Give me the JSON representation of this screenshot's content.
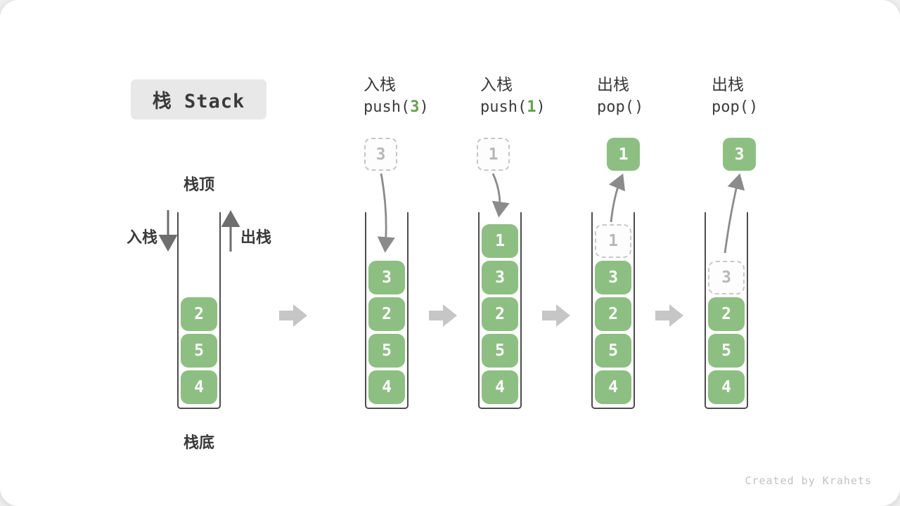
{
  "title": {
    "label": "栈 Stack"
  },
  "credit": "Created by Krahets",
  "stack_labels": {
    "top": "栈顶",
    "bottom": "栈底",
    "push_side": "入栈",
    "pop_side": "出栈"
  },
  "colors": {
    "block_green": "#8dbf82",
    "code_arg_green": "#63a24e",
    "title_bg": "#e8e8e8",
    "text_dark": "#3a3a3a",
    "ghost_border": "#c8c8c8",
    "ghost_text": "#b8b8b8",
    "thin_arrow": "#8b8b8b",
    "big_arrow": "#c6c6c6",
    "credit_text": "#c2c2c2"
  },
  "columns": [
    {
      "blocks": [
        {
          "value": "2"
        },
        {
          "value": "5"
        },
        {
          "value": "4"
        }
      ]
    },
    {
      "op": "入栈",
      "code": {
        "prefix": "push(",
        "arg": "3",
        "suffix": ")"
      },
      "floating": {
        "value": "3",
        "variant": "ghost"
      },
      "blocks": [
        {
          "value": "3"
        },
        {
          "value": "2"
        },
        {
          "value": "5"
        },
        {
          "value": "4"
        }
      ]
    },
    {
      "op": "入栈",
      "code": {
        "prefix": "push(",
        "arg": "1",
        "suffix": ")"
      },
      "floating": {
        "value": "1",
        "variant": "ghost"
      },
      "blocks": [
        {
          "value": "1"
        },
        {
          "value": "3"
        },
        {
          "value": "2"
        },
        {
          "value": "5"
        },
        {
          "value": "4"
        }
      ]
    },
    {
      "op": "出栈",
      "code": {
        "prefix": "pop(",
        "arg": "",
        "suffix": ")"
      },
      "floating": {
        "value": "1",
        "variant": "solid"
      },
      "blocks": [
        {
          "value": "1",
          "ghost": true
        },
        {
          "value": "3"
        },
        {
          "value": "2"
        },
        {
          "value": "5"
        },
        {
          "value": "4"
        }
      ]
    },
    {
      "op": "出栈",
      "code": {
        "prefix": "pop(",
        "arg": "",
        "suffix": ")"
      },
      "floating": {
        "value": "3",
        "variant": "solid"
      },
      "blocks": [
        {
          "value": "3",
          "ghost": true
        },
        {
          "value": "2"
        },
        {
          "value": "5"
        },
        {
          "value": "4"
        }
      ]
    }
  ]
}
